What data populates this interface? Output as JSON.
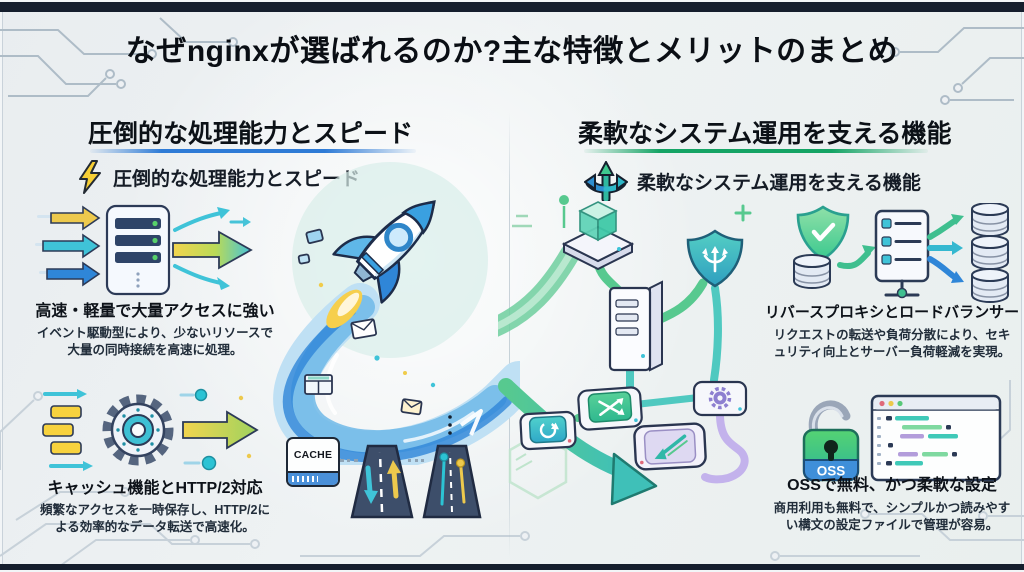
{
  "title": "なぜnginxが選ばれるのか?主な特徴とメリットのまとめ",
  "colors": {
    "accent_blue": "#2f86d8",
    "accent_green": "#15a465",
    "accent_teal": "#3fc3d8",
    "accent_yellow": "#f0cc4a",
    "frame_navy": "#151e2d"
  },
  "left_section": {
    "header": "圧倒的な処理能力とスピード",
    "sub_label": "圧倒的な処理能力とスピード",
    "items": [
      {
        "heading": "高速・軽量で大量アクセスに強い",
        "body": "イベント駆動型により、少ないリソースで大量の同時接続を高速に処理。"
      },
      {
        "heading": "キャッシュ機能とHTTP/2対応",
        "body": "頻繁なアクセスを一時保存し、HTTP/2による効率的なデータ転送で高速化。"
      }
    ],
    "cache_box_label": "CACHE"
  },
  "right_section": {
    "header": "柔軟なシステム運用を支える機能",
    "sub_label": "柔軟なシステム運用を支える機能",
    "items": [
      {
        "heading": "リバースプロキシとロードバランサー",
        "body": "リクエストの転送や負荷分散により、セキュリティ向上とサーバー負荷軽減を実現。"
      },
      {
        "heading": "OSSで無料、かつ柔軟な設定",
        "body": "商用利用も無料で、シンプルかつ読みやすい構文の設定ファイルで管理が容易。"
      }
    ],
    "oss_lock_label": "OSS"
  }
}
